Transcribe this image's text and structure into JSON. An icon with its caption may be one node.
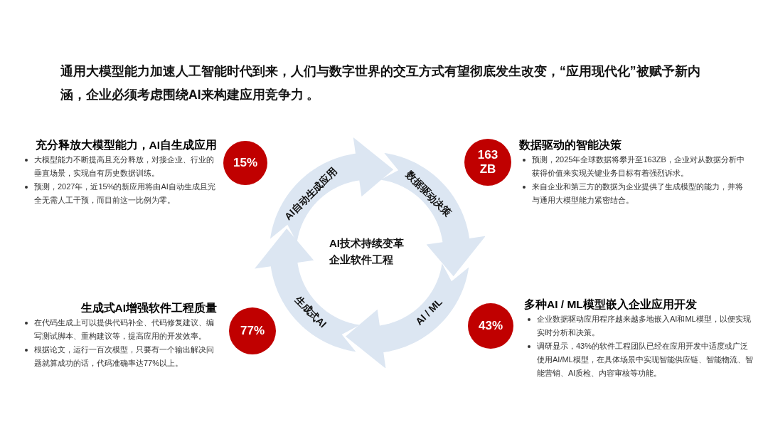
{
  "diagram": {
    "title": "通用大模型能力加速人工智能时代到来，人们与数字世界的交互方式有望彻底发生改变，“应用现代化”被赋予新内涵，企业必须考虑围绕AI来构建应用竞争力 。",
    "nodes": [
      {
        "text": [
          "15%"
        ],
        "beside": [
          "充分释放大模型能力，AI自生成应用",
          "大模型能力不断提高且充分释放，对接企业、行业的垂直场景，实现自有历史数据训练。",
          "预测，2027年，近15%的新应用将由AI自动生成且完全无需人工干预，而目前这一比例为零。"
        ]
      },
      {
        "text": [
          "AI自动生成应用"
        ]
      },
      {
        "text": [
          "数据驱动决策"
        ]
      },
      {
        "text": [
          "163 ZB"
        ],
        "beside": [
          "数据驱动的智能决策",
          "预测，2025年全球数据将攀升至163ZB，企业对从数据分析中获得价值来实现关键业务目标有着强烈诉求。",
          "来自企业和第三方的数据为企业提供了生成模型的能力，并将与通用大模型能力紧密结合。"
        ]
      },
      {
        "text": [
          "77%"
        ],
        "beside": [
          "生成式AI增强软件工程质量",
          "在代码生成上可以提供代码补全、代码修复建议、编写测试脚本、重构建议等，提高应用的开发效率。",
          "根据论文，运行一百次模型，只要有一个输出解决问题就算成功的话，代码准确率达77%以上。"
        ]
      },
      {
        "text": [
          "生成式AI"
        ]
      },
      {
        "text": [
          "AI / ML"
        ]
      },
      {
        "text": [
          "43%"
        ],
        "beside": [
          "多种AI / ML模型嵌入企业应用开发",
          "企业数据驱动应用程序越来越多地嵌入AI和ML模型，以便实现实时分析和决策。",
          "调研显示，43%的软件工程团队已经在应用开发中适度或广泛使用AI/ML模型，在具体场景中实现智能供应链、智能物流、智能营销、AI质检、内容审核等功能。"
        ]
      }
    ],
    "labels": [
      "AI技术持续变革企业软件工程"
    ]
  }
}
